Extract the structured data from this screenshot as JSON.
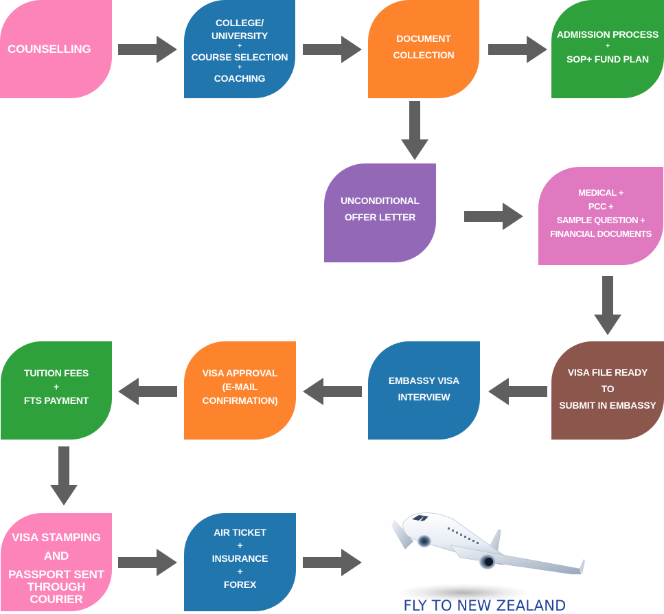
{
  "colors": {
    "pink": "#fd84b9",
    "blue": "#2176ae",
    "orange": "#fd842c",
    "green": "#2fa13c",
    "purple": "#9268b7",
    "magenta": "#e079c0",
    "brown": "#8b564b",
    "arrow": "#5f5f5f",
    "caption": "#1f3f9a"
  },
  "steps": [
    {
      "id": "counselling",
      "lines": [
        "COUNSELLING"
      ]
    },
    {
      "id": "college-course-coaching",
      "lines": [
        "COLLEGE/",
        "UNIVERSITY",
        "+",
        "COURSE SELECTION",
        "+",
        "COACHING"
      ]
    },
    {
      "id": "document-collection",
      "lines": [
        "DOCUMENT",
        "COLLECTION"
      ]
    },
    {
      "id": "admission-process",
      "lines": [
        "ADMISSION PROCESS",
        "+",
        "SOP+ FUND PLAN"
      ]
    },
    {
      "id": "unconditional-offer-letter",
      "lines": [
        "UNCONDITIONAL",
        "OFFER LETTER"
      ]
    },
    {
      "id": "medical-pcc-financial",
      "lines": [
        "MEDICAL +",
        "PCC +",
        "SAMPLE QUESTION +",
        "FINANCIAL DOCUMENTS"
      ]
    },
    {
      "id": "visa-file-ready",
      "lines": [
        "VISA FILE READY",
        "TO",
        "SUBMIT IN EMBASSY"
      ]
    },
    {
      "id": "embassy-visa-interview",
      "lines": [
        "EMBASSY VISA",
        "INTERVIEW"
      ]
    },
    {
      "id": "visa-approval",
      "lines": [
        "VISA APPROVAL",
        "(E-MAIL",
        "CONFIRMATION)"
      ]
    },
    {
      "id": "tuition-fees",
      "lines": [
        "TUITION FEES",
        "+",
        "FTS PAYMENT"
      ]
    },
    {
      "id": "visa-stamping",
      "lines": [
        "VISA STAMPING",
        "AND",
        "PASSPORT SENT",
        "THROUGH",
        "COURIER"
      ]
    },
    {
      "id": "air-ticket",
      "lines": [
        "AIR TICKET",
        "+",
        "INSURANCE",
        "+",
        "FOREX"
      ]
    }
  ],
  "final": {
    "caption": "FLY TO NEW ZEALAND",
    "icon": "airplane-icon"
  }
}
